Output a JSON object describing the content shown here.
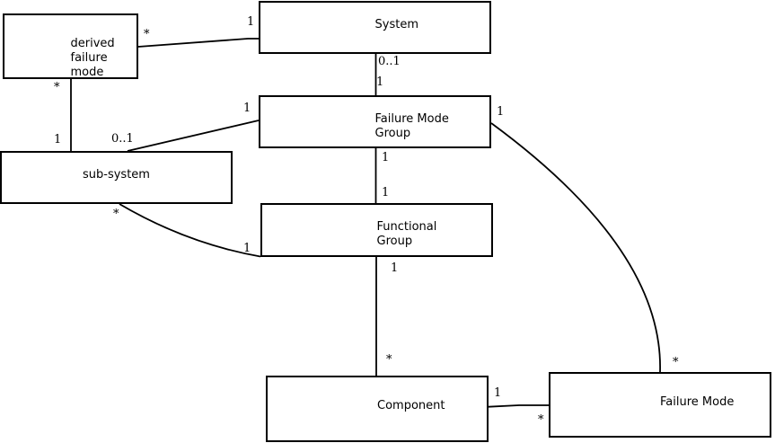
{
  "colors": {
    "background": "#ffffff",
    "line": "#000000",
    "text": "#000000"
  },
  "boxes": {
    "derived_failure_mode": {
      "label": "derived\nfailure\nmode"
    },
    "system": {
      "label": "System"
    },
    "failure_mode_group": {
      "label": "Failure Mode\nGroup"
    },
    "sub_system": {
      "label": "sub-system"
    },
    "functional_group": {
      "label": "Functional\nGroup"
    },
    "component": {
      "label": "Component"
    },
    "failure_mode": {
      "label": "Failure Mode"
    }
  },
  "relations": {
    "system__derived_failure_mode": {
      "derived_failure_mode_end": "*",
      "system_end": "1"
    },
    "derived_failure_mode__sub_system": {
      "derived_failure_mode_end": "*",
      "sub_system_end": "1"
    },
    "sub_system__failure_mode_group": {
      "sub_system_end": "0..1",
      "failure_mode_group_end": "1"
    },
    "system__failure_mode_group": {
      "system_end": "0..1",
      "failure_mode_group_end": "1"
    },
    "failure_mode_group__functional_group": {
      "failure_mode_group_end": "1",
      "functional_group_end": "1"
    },
    "sub_system__functional_group": {
      "sub_system_end": "*",
      "functional_group_end": "1"
    },
    "functional_group__component": {
      "functional_group_end": "1",
      "component_end": "*"
    },
    "component__failure_mode": {
      "component_end": "1",
      "failure_mode_end": "*"
    },
    "failure_mode_group__failure_mode": {
      "failure_mode_group_end": "1",
      "failure_mode_end": "*"
    }
  }
}
